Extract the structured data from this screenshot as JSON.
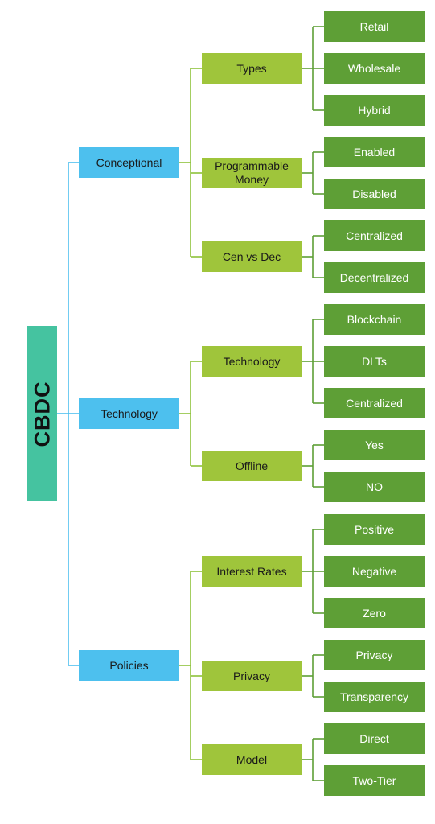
{
  "root": {
    "label": "CBDC"
  },
  "colors": {
    "root": "#45c3a0",
    "level1": "#4dc0ee",
    "level2": "#9fc53b",
    "level3": "#5e9f36",
    "level1_lines": "#4dc0ee",
    "level2_lines": "#8ec13a",
    "level3_lines": "#5e9f36"
  },
  "level1": [
    {
      "label": "Conceptional",
      "children": [
        {
          "label": "Types",
          "children": [
            "Retail",
            "Wholesale",
            "Hybrid"
          ]
        },
        {
          "label": "Programmable Money",
          "children": [
            "Enabled",
            "Disabled"
          ]
        },
        {
          "label": "Cen vs Dec",
          "children": [
            "Centralized",
            "Decentralized"
          ]
        }
      ]
    },
    {
      "label": "Technology",
      "children": [
        {
          "label": "Technology",
          "children": [
            "Blockchain",
            "DLTs",
            "Centralized"
          ]
        },
        {
          "label": "Offline",
          "children": [
            "Yes",
            "NO"
          ]
        }
      ]
    },
    {
      "label": "Policies",
      "children": [
        {
          "label": "Interest Rates",
          "children": [
            "Positive",
            "Negative",
            "Zero"
          ]
        },
        {
          "label": "Privacy",
          "children": [
            "Privacy",
            "Transparency"
          ]
        },
        {
          "label": "Model",
          "children": [
            "Direct",
            "Two-Tier"
          ]
        }
      ]
    }
  ]
}
